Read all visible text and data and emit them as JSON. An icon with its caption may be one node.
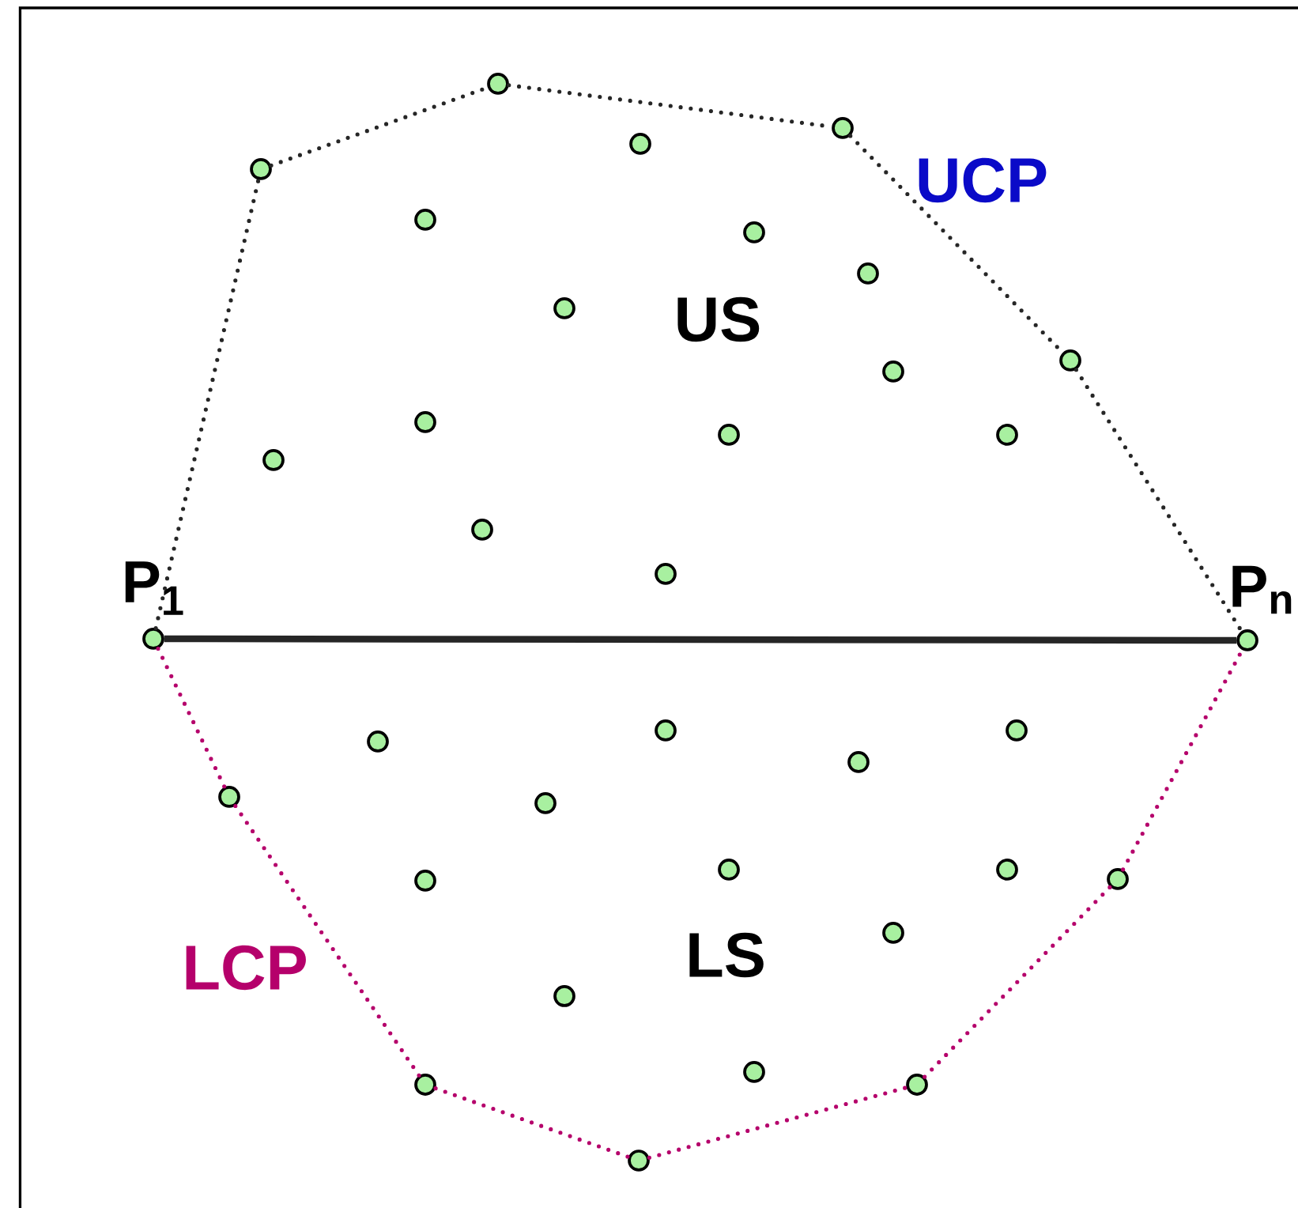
{
  "diagram": {
    "nodes": [
      {
        "text": [],
        "shape": "circle"
      },
      {
        "text": [],
        "shape": "circle"
      },
      {
        "text": [],
        "shape": "circle"
      },
      {
        "text": [],
        "shape": "circle"
      },
      {
        "text": [],
        "shape": "circle"
      },
      {
        "text": [],
        "shape": "circle"
      },
      {
        "text": [],
        "shape": "circle"
      },
      {
        "text": [],
        "shape": "circle"
      },
      {
        "text": [],
        "shape": "circle"
      },
      {
        "text": [],
        "shape": "circle"
      },
      {
        "text": [],
        "shape": "circle"
      },
      {
        "text": [],
        "shape": "circle"
      },
      {
        "text": [],
        "shape": "circle"
      },
      {
        "text": [],
        "shape": "circle"
      },
      {
        "text": [],
        "shape": "circle"
      },
      {
        "text": [],
        "shape": "circle"
      },
      {
        "text": [],
        "shape": "circle",
        "beside": [
          "P$_{1}$"
        ]
      },
      {
        "text": [],
        "shape": "circle",
        "beside": [
          "P$_{n}$"
        ]
      },
      {
        "text": [],
        "shape": "circle"
      },
      {
        "text": [],
        "shape": "circle"
      },
      {
        "text": [],
        "shape": "circle"
      },
      {
        "text": [],
        "shape": "circle"
      },
      {
        "text": [],
        "shape": "circle"
      },
      {
        "text": [],
        "shape": "circle"
      },
      {
        "text": [],
        "shape": "circle"
      },
      {
        "text": [],
        "shape": "circle"
      },
      {
        "text": [],
        "shape": "circle"
      },
      {
        "text": [],
        "shape": "circle"
      },
      {
        "text": [],
        "shape": "circle"
      },
      {
        "text": [],
        "shape": "circle"
      },
      {
        "text": [],
        "shape": "circle"
      },
      {
        "text": [],
        "shape": "circle"
      },
      {
        "text": [],
        "shape": "circle"
      },
      {
        "text": [],
        "shape": "circle"
      }
    ],
    "edges": [
      {
        "from": 16,
        "to": 3,
        "arrow": "none",
        "style": "dashed"
      },
      {
        "from": 3,
        "to": 0,
        "arrow": "none",
        "style": "dashed"
      },
      {
        "from": 0,
        "to": 1,
        "arrow": "none",
        "style": "dashed"
      },
      {
        "from": 1,
        "to": 8,
        "arrow": "none",
        "style": "dashed"
      },
      {
        "from": 8,
        "to": 17,
        "arrow": "none",
        "style": "dashed"
      },
      {
        "from": 16,
        "to": 17,
        "arrow": "none"
      },
      {
        "from": 16,
        "to": 22,
        "arrow": "none",
        "style": "dashed",
        "color": "#b5006b"
      },
      {
        "from": 22,
        "to": 31,
        "arrow": "none",
        "style": "dashed",
        "color": "#b5006b"
      },
      {
        "from": 31,
        "to": 33,
        "arrow": "none",
        "style": "dashed",
        "color": "#b5006b"
      },
      {
        "from": 33,
        "to": 32,
        "arrow": "none",
        "style": "dashed",
        "color": "#b5006b"
      },
      {
        "from": 32,
        "to": 26,
        "arrow": "none",
        "style": "dashed",
        "color": "#b5006b"
      },
      {
        "from": 26,
        "to": 17,
        "arrow": "none",
        "style": "dashed",
        "color": "#b5006b"
      }
    ],
    "labels": [
      "UCP",
      "US",
      "LS",
      "LCP"
    ]
  }
}
